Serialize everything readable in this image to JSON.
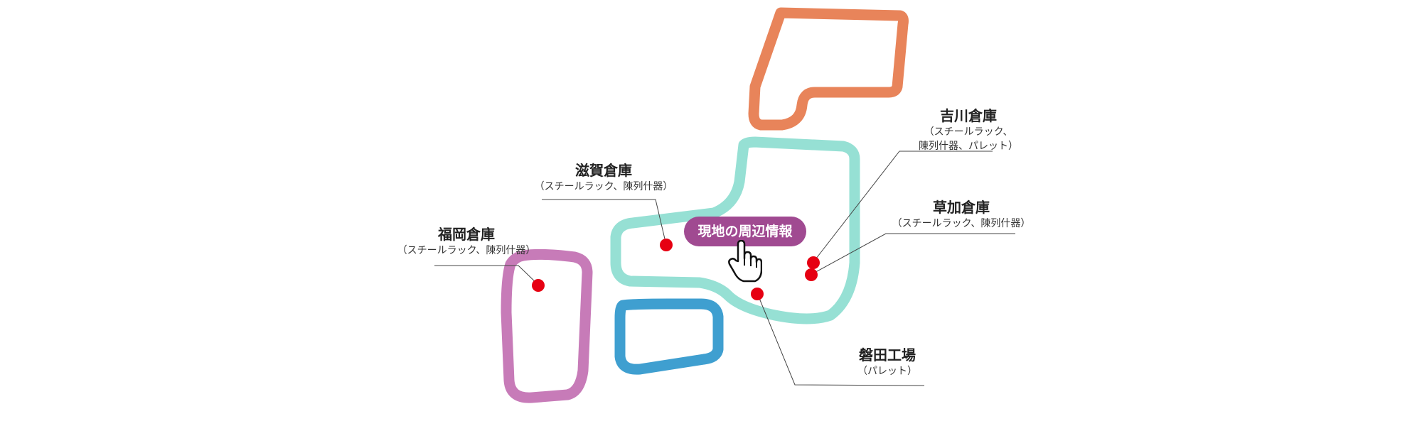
{
  "button": {
    "label": "現地の周辺情報"
  },
  "colors": {
    "hokkaido": "#e8845a",
    "honshu": "#96e0d4",
    "shikoku": "#3f9fd0",
    "kyushu": "#c77bb8",
    "pin": "#e60012",
    "button": "#a04a91"
  },
  "icons": {
    "pointer": "hand-pointer-icon"
  },
  "locations": [
    {
      "id": "fukuoka",
      "name": "福岡倉庫",
      "detail": "（スチールラック、陳列什器）"
    },
    {
      "id": "shiga",
      "name": "滋賀倉庫",
      "detail": "（スチールラック、陳列什器）"
    },
    {
      "id": "yoshikawa",
      "name": "吉川倉庫",
      "detail_line1": "（スチールラック、",
      "detail_line2": "陳列什器、パレット）"
    },
    {
      "id": "soka",
      "name": "草加倉庫",
      "detail": "（スチールラック、陳列什器）"
    },
    {
      "id": "iwata",
      "name": "磐田工場",
      "detail": "（パレット）"
    }
  ]
}
